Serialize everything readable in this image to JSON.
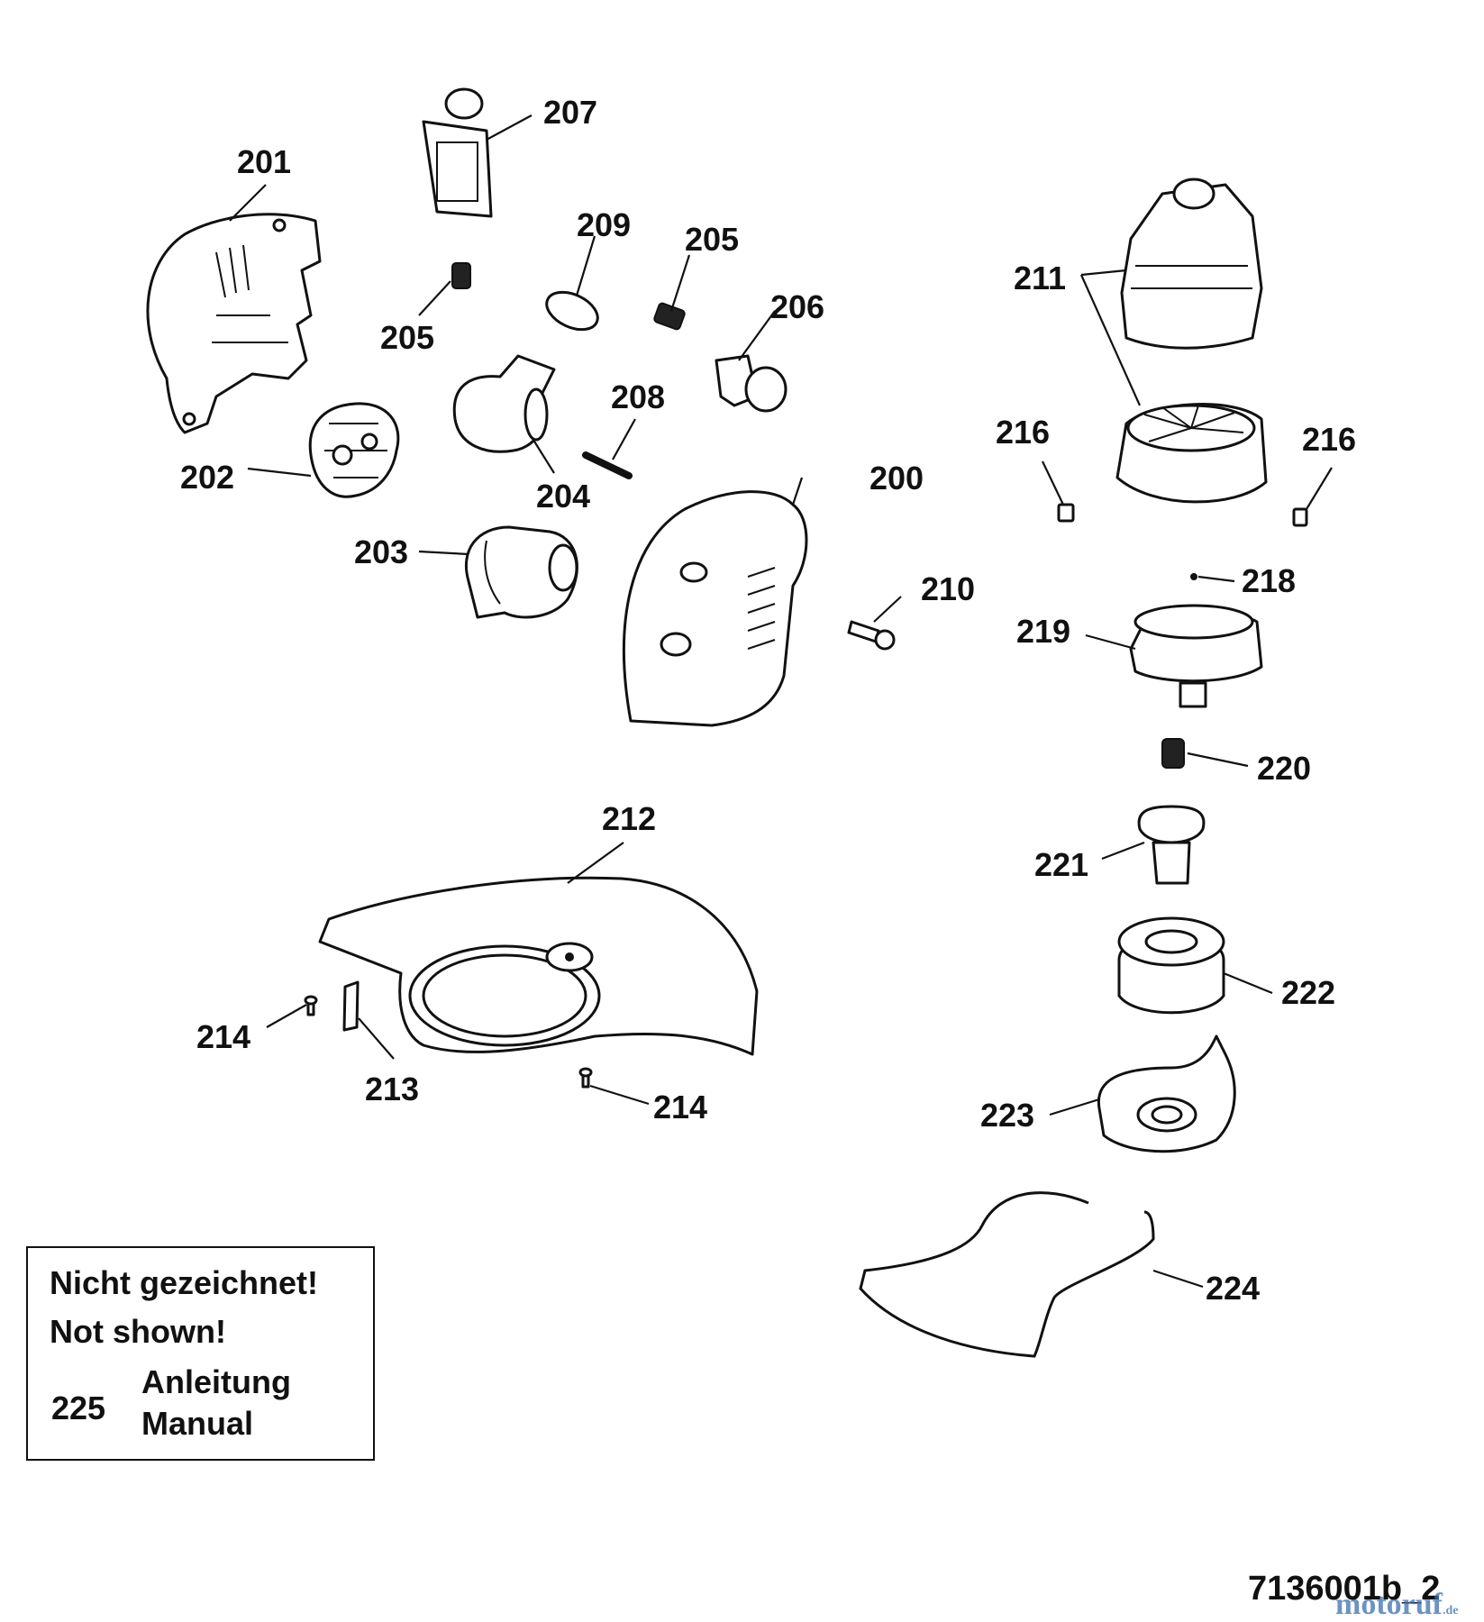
{
  "diagram": {
    "part_labels": {
      "p200": "200",
      "p201": "201",
      "p202": "202",
      "p203": "203",
      "p204": "204",
      "p205a": "205",
      "p205b": "205",
      "p206": "206",
      "p207": "207",
      "p208": "208",
      "p209": "209",
      "p210": "210",
      "p211": "211",
      "p212": "212",
      "p213": "213",
      "p214a": "214",
      "p214b": "214",
      "p216a": "216",
      "p216b": "216",
      "p218": "218",
      "p219": "219",
      "p220": "220",
      "p221": "221",
      "p222": "222",
      "p223": "223",
      "p224": "224"
    },
    "note": {
      "line1": "Nicht gezeichnet!",
      "line2": "Not shown!",
      "item_number": "225",
      "item_de": "Anleitung",
      "item_en": "Manual"
    },
    "reference_code": "7136001b_2",
    "watermark": "motoruf",
    "watermark_tld": ".de"
  }
}
